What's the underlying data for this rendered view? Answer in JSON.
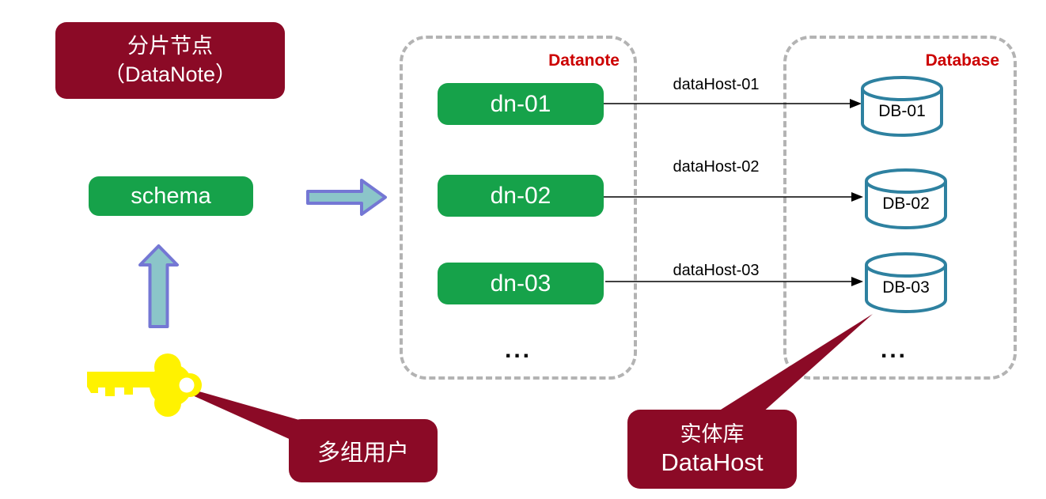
{
  "diagram": {
    "title_box": {
      "line1": "分片节点",
      "line2": "（DataNote）"
    },
    "schema_label": "schema",
    "datanote_group": {
      "title": "Datanote",
      "nodes": [
        "dn-01",
        "dn-02",
        "dn-03"
      ],
      "ellipsis": "..."
    },
    "database_group": {
      "title": "Database",
      "databases": [
        "DB-01",
        "DB-02",
        "DB-03"
      ],
      "ellipsis": "..."
    },
    "links": [
      "dataHost-01",
      "dataHost-02",
      "dataHost-03"
    ],
    "callouts": {
      "users": "多组用户",
      "datahost_line1": "实体库",
      "datahost_line2": "DataHost"
    },
    "colors": {
      "maroon": "#8b0a26",
      "green": "#16a24a",
      "group_label_red": "#cc0000",
      "dashed_gray": "#b3b3b3",
      "block_arrow_fill": "#8bc5c9",
      "block_arrow_border": "#7477d4",
      "cylinder_border": "#2e81a0",
      "key_yellow": "#fff200",
      "connector_black": "#000000"
    },
    "icons": {
      "key": "key-icon",
      "arrow_up": "block-arrow-up-icon",
      "arrow_right": "block-arrow-right-icon",
      "cylinder": "database-cylinder-icon"
    }
  }
}
